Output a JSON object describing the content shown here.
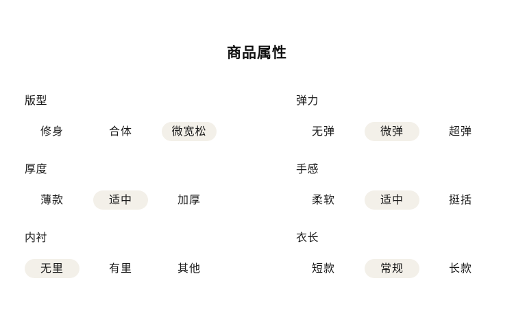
{
  "header": {
    "title": "商品属性"
  },
  "attributes": {
    "groups": [
      {
        "label": "版型",
        "column": "left",
        "options": [
          {
            "label": "修身",
            "selected": false
          },
          {
            "label": "合体",
            "selected": false
          },
          {
            "label": "微宽松",
            "selected": true
          }
        ]
      },
      {
        "label": "弹力",
        "column": "right",
        "options": [
          {
            "label": "无弹",
            "selected": false
          },
          {
            "label": "微弹",
            "selected": true
          },
          {
            "label": "超弹",
            "selected": false
          }
        ]
      },
      {
        "label": "厚度",
        "column": "left",
        "options": [
          {
            "label": "薄款",
            "selected": false
          },
          {
            "label": "适中",
            "selected": true
          },
          {
            "label": "加厚",
            "selected": false
          }
        ]
      },
      {
        "label": "手感",
        "column": "right",
        "options": [
          {
            "label": "柔软",
            "selected": false
          },
          {
            "label": "适中",
            "selected": true
          },
          {
            "label": "挺括",
            "selected": false
          }
        ]
      },
      {
        "label": "内衬",
        "column": "left",
        "options": [
          {
            "label": "无里",
            "selected": true
          },
          {
            "label": "有里",
            "selected": false
          },
          {
            "label": "其他",
            "selected": false
          }
        ]
      },
      {
        "label": "衣长",
        "column": "right",
        "options": [
          {
            "label": "短款",
            "selected": false
          },
          {
            "label": "常规",
            "selected": true
          },
          {
            "label": "长款",
            "selected": false
          }
        ]
      }
    ]
  },
  "colors": {
    "background": "#ffffff",
    "text": "#1a1a1a",
    "selected_pill": "#f3f0e9"
  }
}
